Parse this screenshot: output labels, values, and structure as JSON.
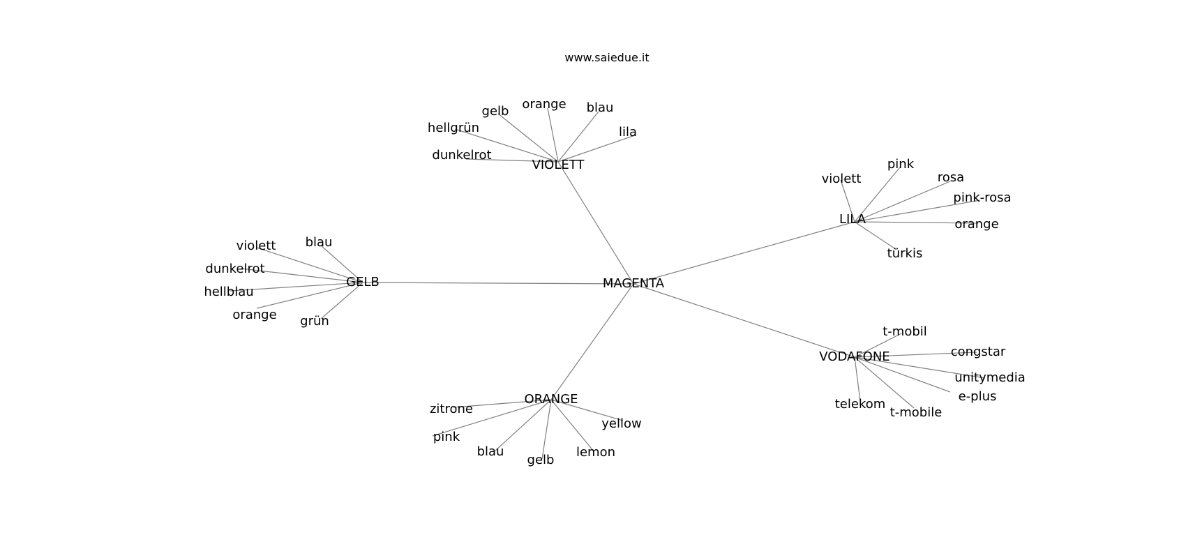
{
  "header": {
    "site": "www.saiedue.it"
  },
  "graph": {
    "center": "MAGENTA",
    "clusters": [
      {
        "hub": "VIOLETT",
        "leaves": [
          "dunkelrot",
          "hellgrün",
          "gelb",
          "orange",
          "blau",
          "lila"
        ]
      },
      {
        "hub": "LILA",
        "leaves": [
          "violett",
          "pink",
          "rosa",
          "pink-rosa",
          "orange",
          "türkis"
        ]
      },
      {
        "hub": "GELB",
        "leaves": [
          "violett",
          "blau",
          "dunkelrot",
          "hellblau",
          "orange",
          "grün"
        ]
      },
      {
        "hub": "ORANGE",
        "leaves": [
          "zitrone",
          "pink",
          "blau",
          "gelb",
          "lemon",
          "yellow"
        ]
      },
      {
        "hub": "VODAFONE",
        "leaves": [
          "t-mobil",
          "congstar",
          "unitymedia",
          "e-plus",
          "t-mobile",
          "telekom"
        ]
      }
    ]
  },
  "colors": {
    "edge": "#808080",
    "text": "#000000",
    "background": "#ffffff"
  }
}
